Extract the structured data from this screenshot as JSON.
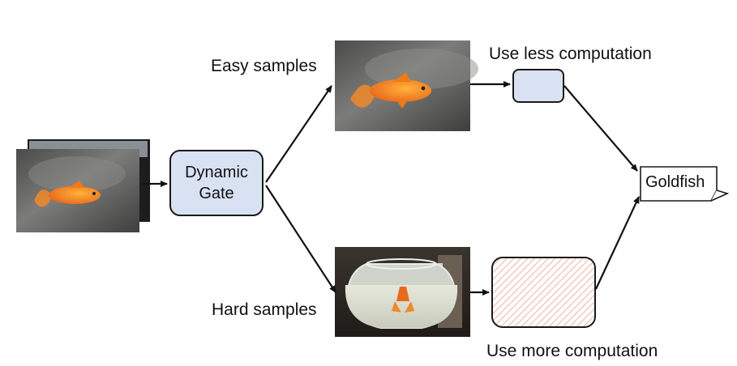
{
  "diagram": {
    "gate": {
      "line1": "Dynamic",
      "line2": "Gate"
    },
    "labels": {
      "easy": "Easy samples",
      "hard": "Hard samples",
      "less": "Use less computation",
      "more": "Use more computation"
    },
    "output": {
      "label": "Goldfish"
    },
    "colors": {
      "gate_fill": "#d9e2f3",
      "less_fill": "#d9e2f3",
      "more_hatch": "#f2b8a8",
      "stroke": "#1a1a1a",
      "goldfish_orange": "#f07a18"
    }
  }
}
